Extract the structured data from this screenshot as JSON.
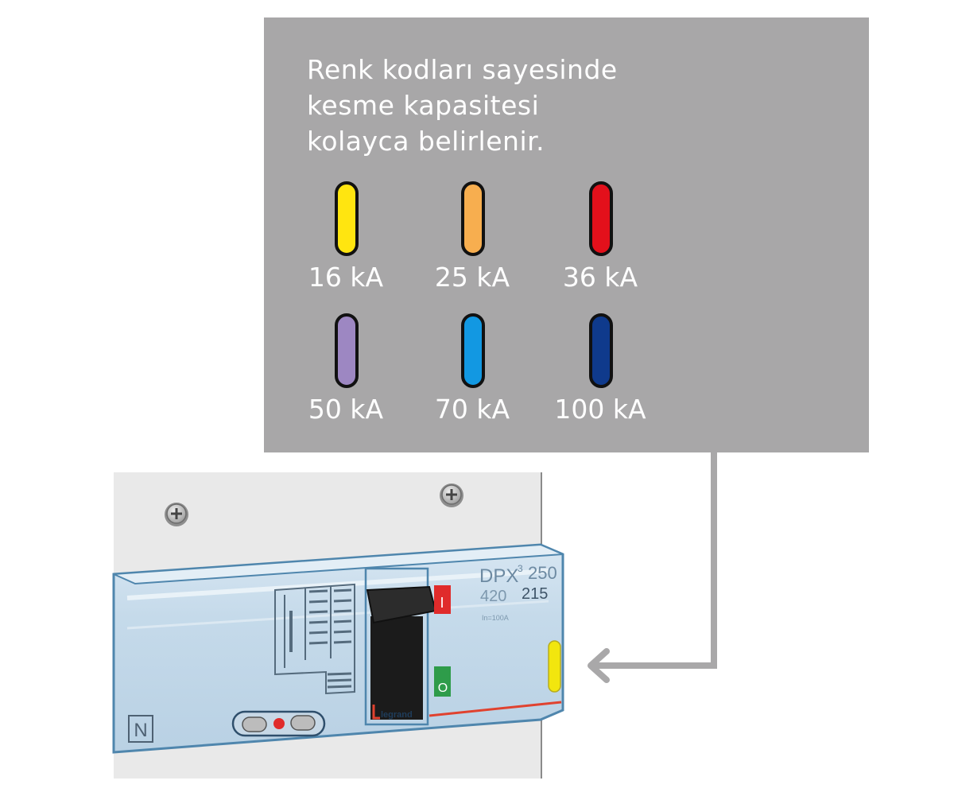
{
  "headline": [
    "Renk kodları sayesinde",
    "kesme kapasitesi",
    "kolayca belirlenir."
  ],
  "codes": [
    {
      "label": "16 kA",
      "color": "#ffe510"
    },
    {
      "label": "25 kA",
      "color": "#f7ae4f"
    },
    {
      "label": "36 kA",
      "color": "#e3101b"
    },
    {
      "label": "50 kA",
      "color": "#9d87c2"
    },
    {
      "label": "70 kA",
      "color": "#1298e2"
    },
    {
      "label": "100 kA",
      "color": "#0f3a8c"
    }
  ],
  "device": {
    "model": "DPX",
    "model_sup": "3",
    "rating": "250",
    "ref_a": "420",
    "ref_b": "215",
    "current": "In=100A",
    "on_mark": "I",
    "off_mark": "O",
    "brand": "legrand",
    "neutral": "N",
    "indicator_color": "#f2e60e"
  },
  "colors": {
    "panel": "#a8a7a8",
    "connector": "#a9a8a9",
    "body": "#c9dcec",
    "edge": "#4f86ad"
  }
}
